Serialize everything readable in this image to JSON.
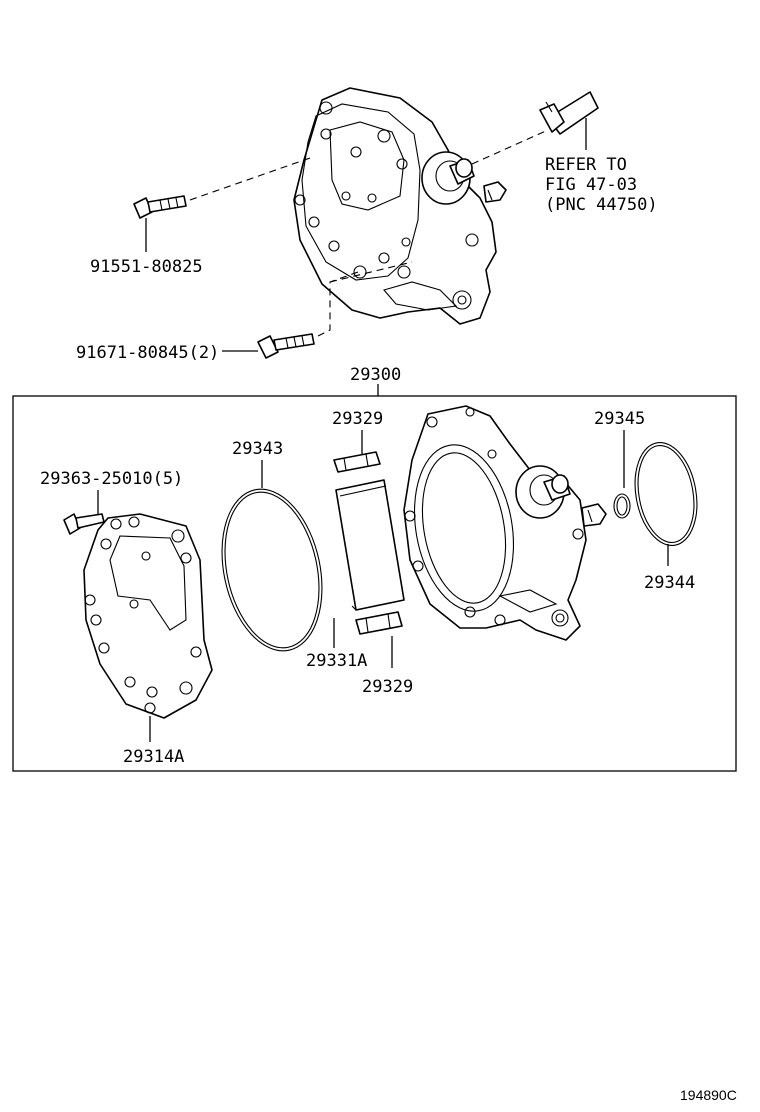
{
  "labels": {
    "bolt_top": "91551-80825",
    "bolt_lower": "91671-80845(2)",
    "refer_line1": "REFER TO",
    "refer_line2": "FIG 47-03",
    "refer_line3": "(PNC 44750)",
    "assembly": "29300",
    "screw": "29363-25010(5)",
    "o_ring_large": "29343",
    "vane_top": "29329",
    "vane_bottom": "29329",
    "rotor_vane": "29331A",
    "small_o_ring": "29345",
    "outer_o_ring": "29344",
    "gasket_cover": "29314A",
    "figure_code": "194890C"
  }
}
